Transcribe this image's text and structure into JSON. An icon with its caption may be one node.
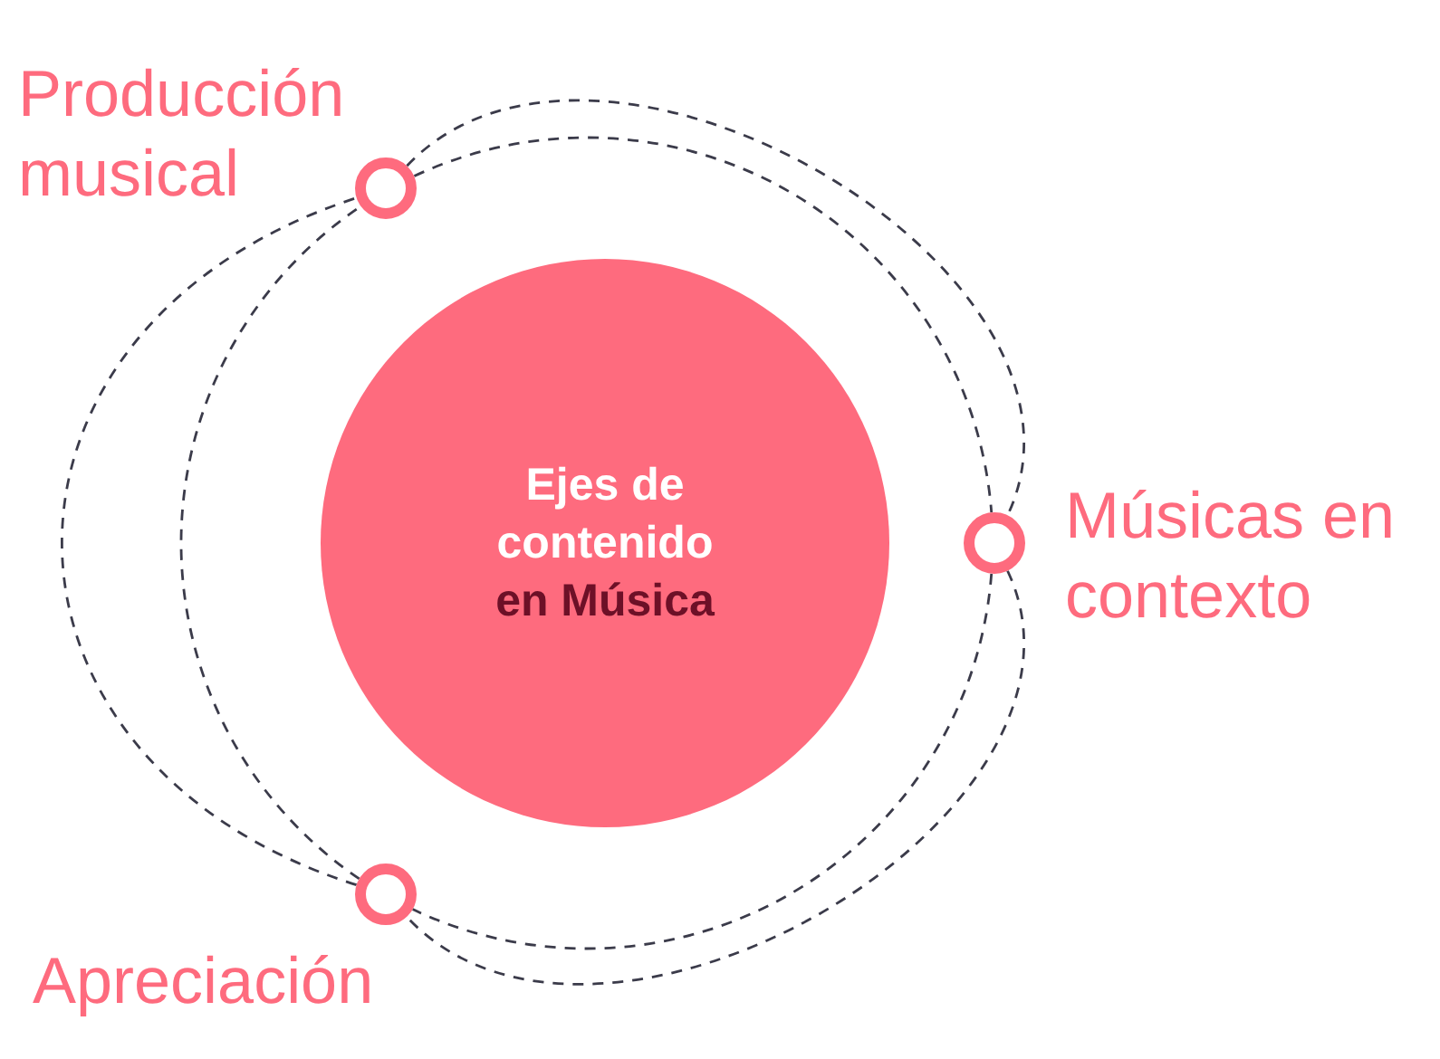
{
  "diagram": {
    "nodes": [
      {
        "text": [
          "Ejes de contenido",
          "en Música"
        ]
      },
      {
        "text": [],
        "shape": "circle",
        "beside": [
          "Producción musical"
        ]
      },
      {
        "text": [],
        "shape": "circle",
        "beside": [
          "Músicas en contexto"
        ]
      },
      {
        "text": [],
        "shape": "circle",
        "beside": [
          "Apreciación"
        ]
      }
    ],
    "edges": [
      {
        "from": 1,
        "to": 2,
        "arrow": "none",
        "style": "dashed"
      },
      {
        "from": 2,
        "to": 3,
        "arrow": "none",
        "style": "dashed"
      },
      {
        "from": 3,
        "to": 1,
        "arrow": "none",
        "style": "dashed"
      },
      {
        "from": 1,
        "to": 2,
        "arrow": "none",
        "style": "dashed"
      },
      {
        "from": 2,
        "to": 3,
        "arrow": "none",
        "style": "dashed"
      },
      {
        "from": 3,
        "to": 1,
        "arrow": "none",
        "style": "dashed"
      }
    ]
  }
}
